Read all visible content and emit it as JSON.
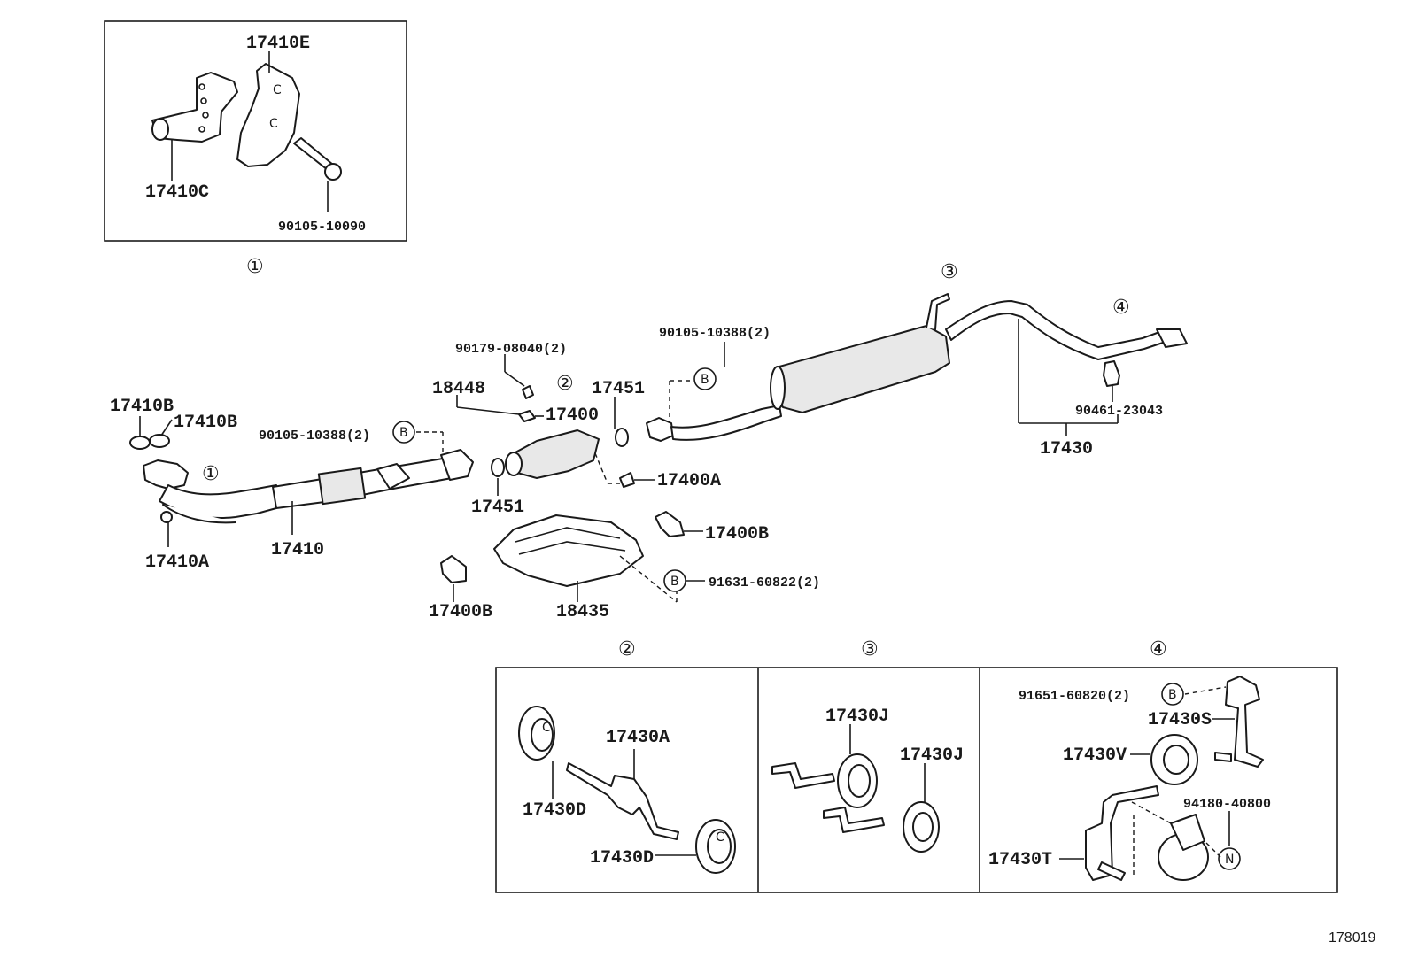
{
  "diagram": {
    "image_number": "178019",
    "callouts": [
      "①",
      "②",
      "③",
      "④"
    ],
    "circle_letters": [
      "B",
      "N"
    ],
    "parts": {
      "p17410E": "17410E",
      "p17410C": "17410C",
      "p90105_10090": "90105-10090",
      "p17410B_a": "17410B",
      "p17410B_b": "17410B",
      "p90105_10388_left": "90105-10388(2)",
      "p17410": "17410",
      "p17410A": "17410A",
      "p90179_08040": "90179-08040(2)",
      "p18448": "18448",
      "p17400": "17400",
      "p17451_top": "17451",
      "p17451_bottom": "17451",
      "p17400A": "17400A",
      "p17400B_right": "17400B",
      "p17400B_left": "17400B",
      "p18435": "18435",
      "p91631_60822": "91631-60822(2)",
      "p90105_10388_right": "90105-10388(2)",
      "p90461_23043": "90461-23043",
      "p17430": "17430",
      "p17430A": "17430A",
      "p17430D_top": "17430D",
      "p17430D_bottom": "17430D",
      "p17430J_left": "17430J",
      "p17430J_right": "17430J",
      "p91651_60820": "91651-60820(2)",
      "p17430S": "17430S",
      "p17430V": "17430V",
      "p94180_40800": "94180-40800",
      "p17430T": "17430T"
    }
  }
}
